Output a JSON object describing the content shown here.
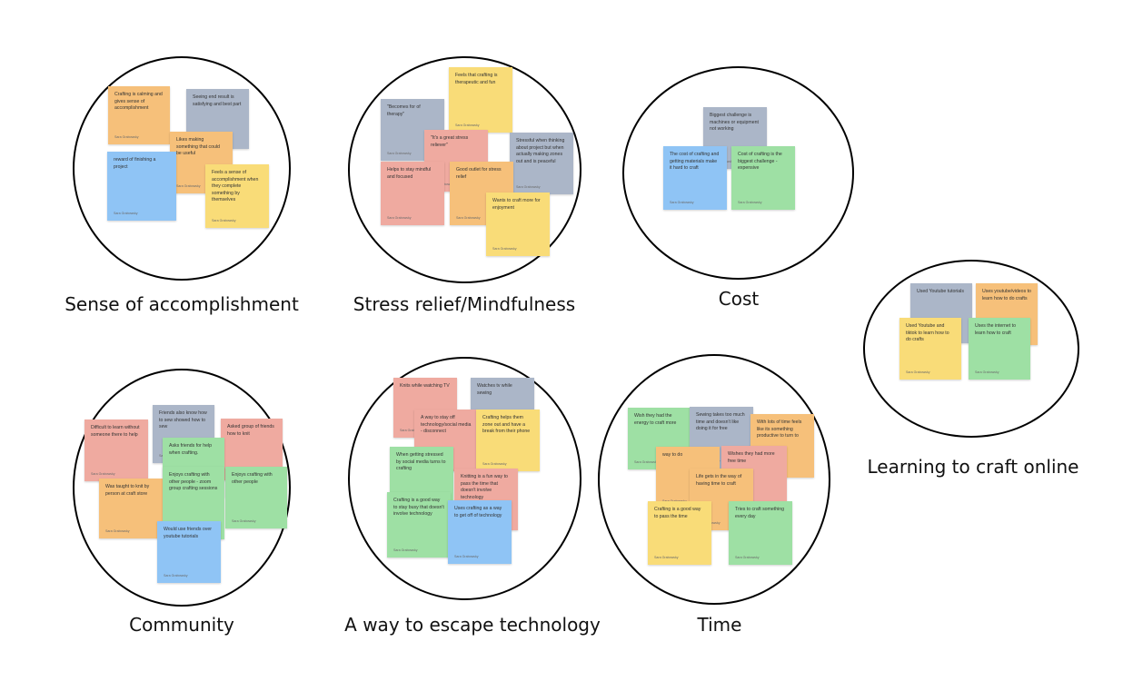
{
  "colors": {
    "orange": "#f6c07a",
    "gray": "#abb6c8",
    "blue": "#8fc4f5",
    "yellow": "#f9dc78",
    "red": "#efaaa0",
    "green": "#9ee0a4"
  },
  "clusters": [
    {
      "label": "Sense of accomplishment",
      "notes": [
        {
          "text": "Crafting is calming and gives sense of accomplishment",
          "author": "Sara Grabowsky",
          "color": "orange"
        },
        {
          "text": "Seeing end result is satisfying and best part",
          "author": "",
          "color": "gray"
        },
        {
          "text": "Likes making something that could be useful",
          "author": "Sara Grabowsky",
          "color": "orange"
        },
        {
          "text": "reward of finishing a project",
          "author": "Sara Grabowsky",
          "color": "blue"
        },
        {
          "text": "Feels a sense of accomplishment when they complete something by themselves",
          "author": "Sara Grabowsky",
          "color": "yellow"
        }
      ]
    },
    {
      "label": "Stress relief/Mindfulness",
      "notes": [
        {
          "text": "Feels that crafting is therapeutic and fun",
          "author": "Sara Grabowsky",
          "color": "yellow"
        },
        {
          "text": "\"Becomes for of therapy\"",
          "author": "Sara Grabowsky",
          "color": "gray"
        },
        {
          "text": "\"It's a great stress reliever\"",
          "author": "Sara Grabowsky",
          "color": "red"
        },
        {
          "text": "Stressful when thinking about project but when actually making zones out and is peaceful",
          "author": "Sara Grabowsky",
          "color": "gray"
        },
        {
          "text": "Helps to stay mindful and focused",
          "author": "Sara Grabowsky",
          "color": "red"
        },
        {
          "text": "Good outlet for stress relief",
          "author": "Sara Grabowsky",
          "color": "orange"
        },
        {
          "text": "Wants to craft more for enjoyment",
          "author": "Sara Grabowsky",
          "color": "yellow"
        }
      ]
    },
    {
      "label": "Cost",
      "notes": [
        {
          "text": "Biggest challenge is machines or equipment not working",
          "author": "Sara Grabowsky",
          "color": "gray"
        },
        {
          "text": "The cost of crafting and getting materials make it hard to craft",
          "author": "Sara Grabowsky",
          "color": "blue"
        },
        {
          "text": "Cost of crafting is the biggest challenge - expensive",
          "author": "Sara Grabowsky",
          "color": "green"
        }
      ]
    },
    {
      "label": "Learning to craft online",
      "notes": [
        {
          "text": "Used Youtube tutorials",
          "author": "Sara Grabowsky",
          "color": "gray"
        },
        {
          "text": "Uses youtube/videos to learn how to do crafts",
          "author": "Sara Grabowsky",
          "color": "orange"
        },
        {
          "text": "Used Youtube and tiktok to learn how to do crafts",
          "author": "Sara Grabowsky",
          "color": "yellow"
        },
        {
          "text": "Uses the internet to learn how to craft",
          "author": "Sara Grabowsky",
          "color": "green"
        }
      ]
    },
    {
      "label": "Community",
      "notes": [
        {
          "text": "Friends also know how to sew showed how to sew",
          "author": "Sara Grabowsky",
          "color": "gray"
        },
        {
          "text": "Difficult to learn without someone there to help",
          "author": "Sara Grabowsky",
          "color": "red"
        },
        {
          "text": "Asked group of friends how to knit",
          "author": "Sara Grabowsky",
          "color": "red"
        },
        {
          "text": "Asks friends for help when crafting.",
          "author": "Sara Grabowsky",
          "color": "green"
        },
        {
          "text": "Enjoys crafting with other people",
          "author": "Sara Grabowsky",
          "color": "green"
        },
        {
          "text": "Was taught to knit by person at craft store",
          "author": "Sara Grabowsky",
          "color": "orange"
        },
        {
          "text": "Enjoys crafting with other people - zoom group crafting sessions",
          "author": "Sara Grabowsky",
          "color": "green"
        },
        {
          "text": "Would use friends over youtube tutorials",
          "author": "Sara Grabowsky",
          "color": "blue"
        }
      ]
    },
    {
      "label": "A way to escape technology",
      "notes": [
        {
          "text": "Knits while watching TV",
          "author": "Sara Grabowsky",
          "color": "red"
        },
        {
          "text": "Watches tv while sewing",
          "author": "Sara Grabowsky",
          "color": "gray"
        },
        {
          "text": "A way to stay off technology/social media - disconnect",
          "author": "Sara Grabowsky",
          "color": "red"
        },
        {
          "text": "Crafting helps them zone out and have a break from their phone",
          "author": "Sara Grabowsky",
          "color": "yellow"
        },
        {
          "text": "When getting stressed by social media turns to crafting",
          "author": "Sara Grabowsky",
          "color": "green"
        },
        {
          "text": "Knitting is a fun way to pass the time that doesn't involve technology",
          "author": "Sara Grabowsky",
          "color": "red"
        },
        {
          "text": "Crafting is a good way to stay busy that doesn't involve technology",
          "author": "Sara Grabowsky",
          "color": "green"
        },
        {
          "text": "Uses crafting as a way to get off of technology",
          "author": "Sara Grabowsky",
          "color": "blue"
        }
      ]
    },
    {
      "label": "Time",
      "notes": [
        {
          "text": "Wish they had the energy to craft more",
          "author": "Sara Grabowsky",
          "color": "green"
        },
        {
          "text": "Sewing takes too much time and doesn't like doing it for free",
          "author": "Sara Grabowsky",
          "color": "gray"
        },
        {
          "text": "With lots of time feels like its something productive to turn to",
          "author": "Sara Grabowsky",
          "color": "orange"
        },
        {
          "text": "way to do",
          "author": "Sara Grabowsky",
          "color": "orange"
        },
        {
          "text": "Wishes they had more free time",
          "author": "Sara Grabowsky",
          "color": "red"
        },
        {
          "text": "Life gets in the way of having time to craft",
          "author": "Sara Grabowsky",
          "color": "orange"
        },
        {
          "text": "Crafting is a good way to pass the time",
          "author": "Sara Grabowsky",
          "color": "yellow"
        },
        {
          "text": "Tries to craft something every day",
          "author": "Sara Grabowsky",
          "color": "green"
        }
      ]
    }
  ]
}
